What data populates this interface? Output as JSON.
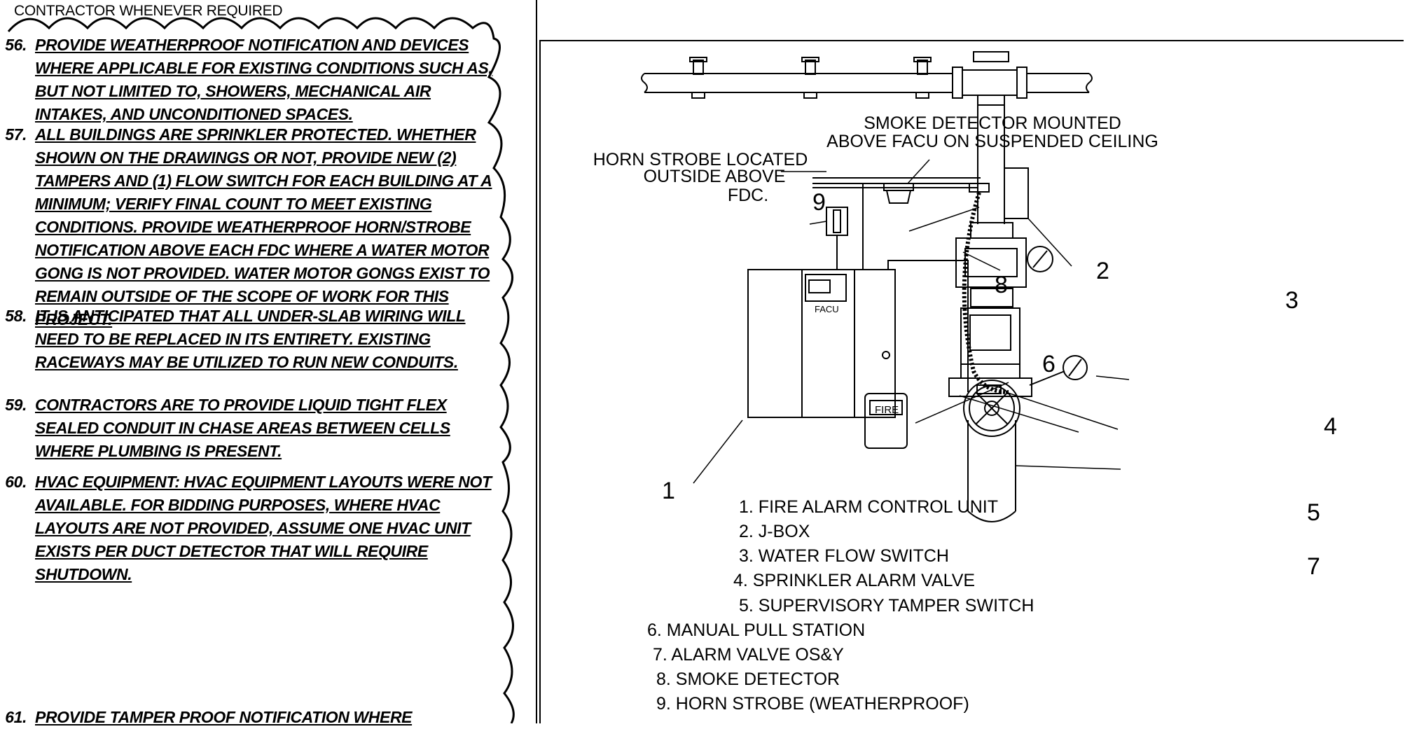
{
  "notes_panel": {
    "top_line": "CONTRACTOR WHENEVER REQUIRED",
    "items": [
      {
        "num": "56.",
        "lines": [
          "PROVIDE WEATHERPROOF NOTIFICATION AND DEVICES",
          "WHERE APPLICABLE FOR EXISTING CONDITIONS SUCH AS,",
          "BUT NOT LIMITED TO, SHOWERS, MECHANICAL AIR",
          "INTAKES, AND UNCONDITIONED SPACES."
        ]
      },
      {
        "num": "57.",
        "lines": [
          "ALL BUILDINGS ARE SPRINKLER PROTECTED. WHETHER",
          "SHOWN ON THE DRAWINGS OR NOT, PROVIDE NEW (2)",
          "TAMPERS AND (1) FLOW SWITCH FOR EACH BUILDING AT A",
          "MINIMUM; VERIFY FINAL COUNT TO MEET EXISTING",
          "CONDITIONS. PROVIDE WEATHERPROOF HORN/STROBE",
          "NOTIFICATION ABOVE EACH FDC WHERE A WATER MOTOR",
          "GONG IS NOT PROVIDED. WATER MOTOR GONGS EXIST TO",
          "REMAIN OUTSIDE OF THE SCOPE OF WORK FOR THIS",
          "PROJECT."
        ]
      },
      {
        "num": "58.",
        "lines": [
          "IT IS ANTICIPATED THAT ALL UNDER-SLAB WIRING WILL",
          "NEED TO BE REPLACED IN ITS ENTIRETY. EXISTING",
          "RACEWAYS MAY BE UTILIZED TO RUN NEW CONDUITS."
        ]
      },
      {
        "num": "59.",
        "lines": [
          "CONTRACTORS ARE TO PROVIDE LIQUID TIGHT FLEX",
          "SEALED CONDUIT IN CHASE AREAS BETWEEN CELLS",
          "WHERE PLUMBING IS PRESENT."
        ]
      },
      {
        "num": "60.",
        "lines": [
          "HVAC EQUIPMENT: HVAC EQUIPMENT LAYOUTS WERE NOT",
          "AVAILABLE. FOR BIDDING PURPOSES, WHERE HVAC",
          "LAYOUTS ARE NOT PROVIDED, ASSUME ONE HVAC UNIT",
          "EXISTS PER DUCT DETECTOR THAT WILL REQUIRE",
          "SHUTDOWN."
        ]
      },
      {
        "num": "61.",
        "lines": [
          "PROVIDE TAMPER PROOF NOTIFICATION WHERE"
        ]
      }
    ]
  },
  "detail": {
    "callouts": {
      "smoke_line1": "SMOKE DETECTOR MOUNTED",
      "smoke_line2": "ABOVE FACU ON SUSPENDED CEILING",
      "horn_line1": "HORN STROBE LOCATED",
      "horn_line2": "OUTSIDE ABOVE",
      "horn_line3": "FDC."
    },
    "facu_label": "FACU",
    "pull_label": "FIRE",
    "tags": [
      "1",
      "2",
      "3",
      "4",
      "5",
      "6",
      "7",
      "8",
      "9"
    ],
    "legend": [
      "1.  FIRE ALARM CONTROL UNIT",
      "2.  J-BOX",
      "3.  WATER FLOW SWITCH",
      "4. SPRINKLER ALARM VALVE",
      "5.  SUPERVISORY TAMPER SWITCH",
      "6.  MANUAL PULL STATION",
      "7.  ALARM VALVE OS&Y",
      "8.  SMOKE DETECTOR",
      "9.  HORN STROBE (WEATHERPROOF)"
    ]
  }
}
